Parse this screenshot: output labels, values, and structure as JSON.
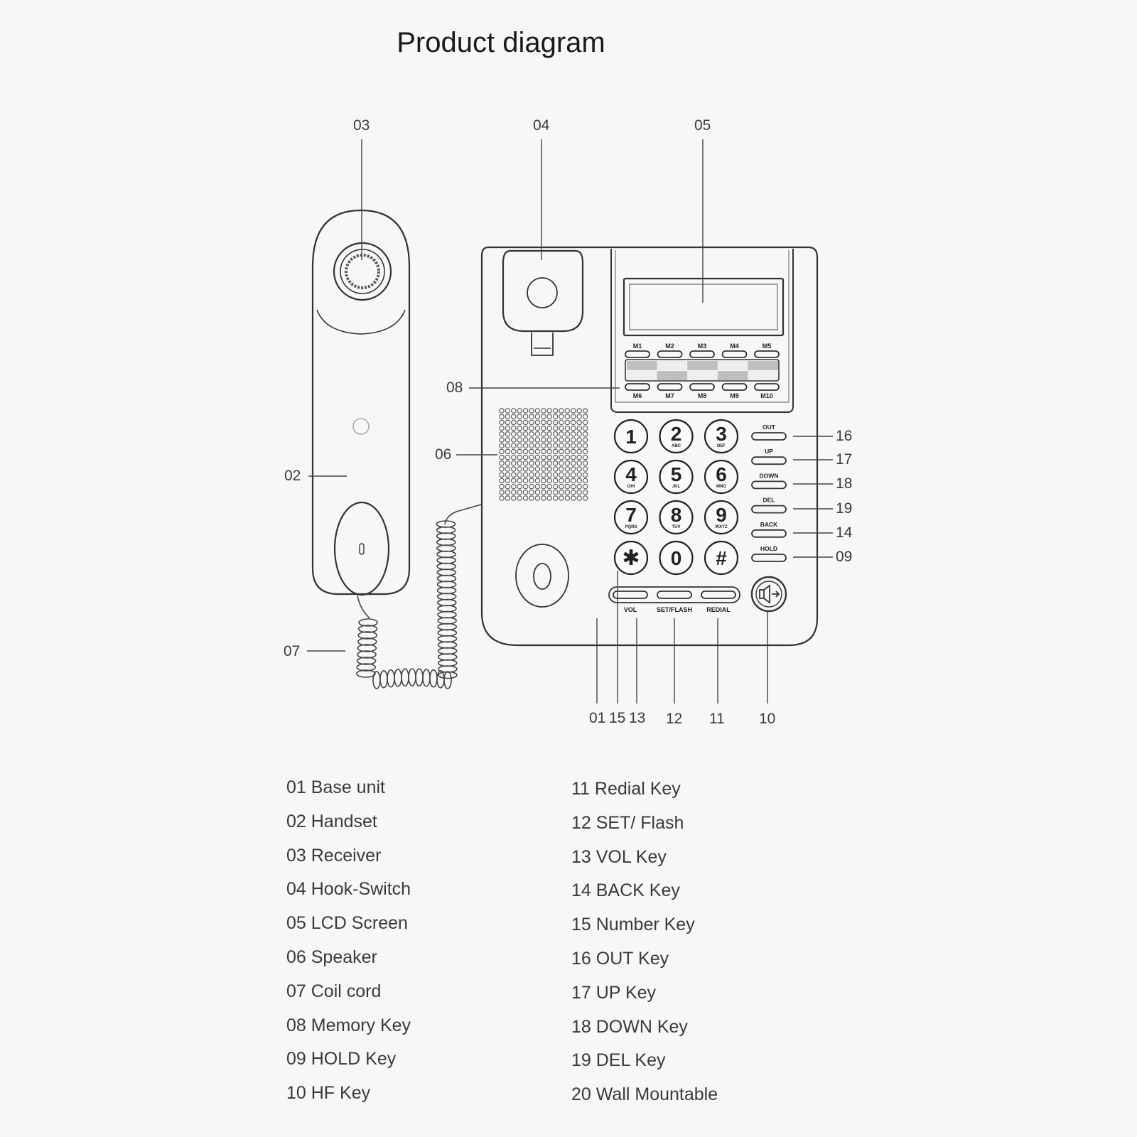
{
  "title": "Product diagram",
  "callouts": {
    "c03": "03",
    "c04": "04",
    "c05": "05",
    "c08": "08",
    "c06": "06",
    "c02": "02",
    "c07": "07",
    "c16": "16",
    "c17": "17",
    "c18": "18",
    "c19": "19",
    "c14": "14",
    "c09": "09",
    "c01": "01",
    "c15": "15",
    "c13": "13",
    "c12": "12",
    "c11": "11",
    "c10": "10"
  },
  "phone": {
    "memory_top": [
      "M1",
      "M2",
      "M3",
      "M4",
      "M5"
    ],
    "memory_bottom": [
      "M6",
      "M7",
      "M8",
      "M9",
      "M10"
    ],
    "keypad": [
      {
        "digit": "1",
        "letters": ""
      },
      {
        "digit": "2",
        "letters": "ABC"
      },
      {
        "digit": "3",
        "letters": "DEF"
      },
      {
        "digit": "4",
        "letters": "GHI"
      },
      {
        "digit": "5",
        "letters": "JKL"
      },
      {
        "digit": "6",
        "letters": "MNO"
      },
      {
        "digit": "7",
        "letters": "PQRS"
      },
      {
        "digit": "8",
        "letters": "TUV"
      },
      {
        "digit": "9",
        "letters": "WXYZ"
      },
      {
        "digit": "✱",
        "letters": ""
      },
      {
        "digit": "0",
        "letters": ""
      },
      {
        "digit": "#",
        "letters": ""
      }
    ],
    "side_keys": [
      "OUT",
      "UP",
      "DOWN",
      "DEL",
      "BACK",
      "HOLD"
    ],
    "bottom_keys": [
      "VOL",
      "SET/FLASH",
      "REDIAL"
    ],
    "hf_icon": "speakerphone-icon"
  },
  "legend": {
    "left": [
      "01 Base unit",
      "02 Handset",
      "03 Receiver",
      "04 Hook-Switch",
      "05 LCD Screen",
      "06 Speaker",
      "07 Coil cord",
      "08 Memory Key",
      "09 HOLD Key",
      "10 HF Key"
    ],
    "right": [
      "11 Redial Key",
      "12 SET/ Flash",
      "13 VOL Key",
      "14 BACK Key",
      "15 Number Key",
      "16 OUT Key",
      "17 UP Key",
      "18 DOWN Key",
      "19 DEL Key",
      "20 Wall Mountable"
    ]
  }
}
